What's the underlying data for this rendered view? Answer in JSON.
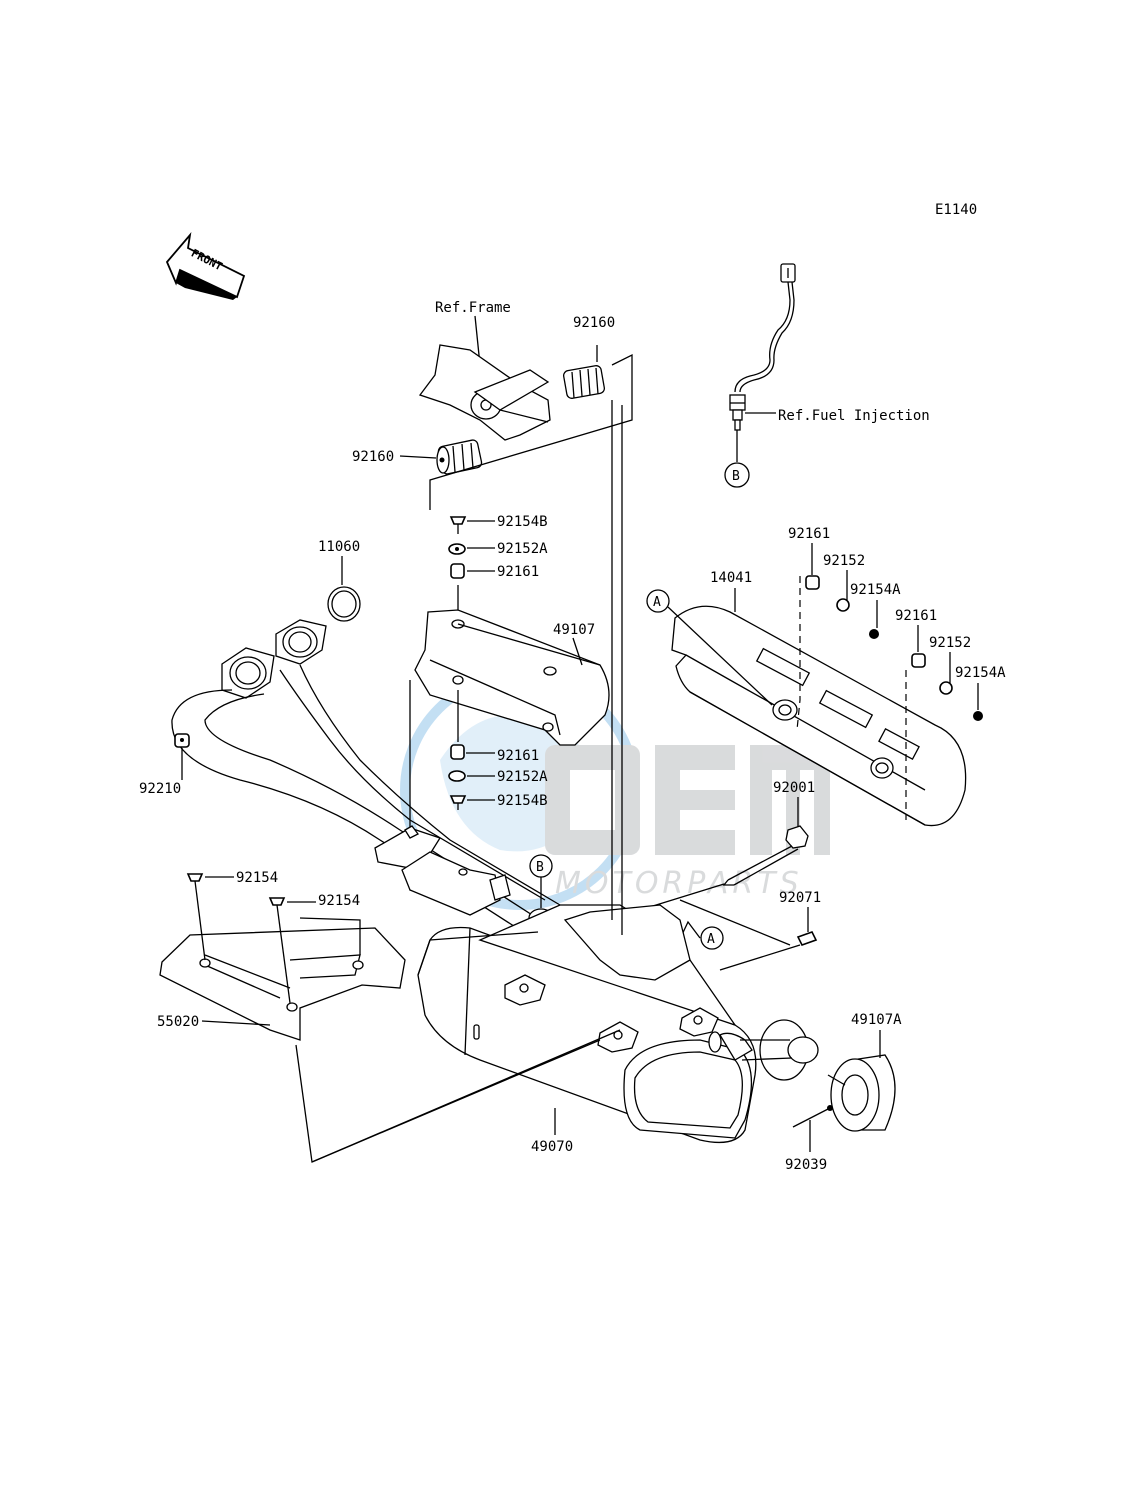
{
  "diagram": {
    "code": "E1140",
    "front_label": "FRONT",
    "ref_frame": "Ref.Frame",
    "ref_fuel_injection": "Ref.Fuel Injection",
    "markers": {
      "a": "A",
      "b": "B"
    },
    "part_numbers": {
      "p92160_top": "92160",
      "p92160_left": "92160",
      "p92154B_top": "92154B",
      "p92152A_top": "92152A",
      "p92161_top": "92161",
      "p11060": "11060",
      "p49107": "49107",
      "p92210": "92210",
      "p92161_mid": "92161",
      "p92152A_mid": "92152A",
      "p92154B_mid": "92154B",
      "p14041": "14041",
      "p92161_r1": "92161",
      "p92152_r1": "92152",
      "p92154A_r1": "92154A",
      "p92161_r2": "92161",
      "p92152_r2": "92152",
      "p92154A_r2": "92154A",
      "p92001": "92001",
      "p92071": "92071",
      "p92154_a": "92154",
      "p92154_b": "92154",
      "p55020": "55020",
      "p49070": "49070",
      "p49107A": "49107A",
      "p92039": "92039"
    }
  },
  "watermark": {
    "brand": "OEM",
    "sub": "MOTORPARTS",
    "color": "#2d8fd6"
  }
}
